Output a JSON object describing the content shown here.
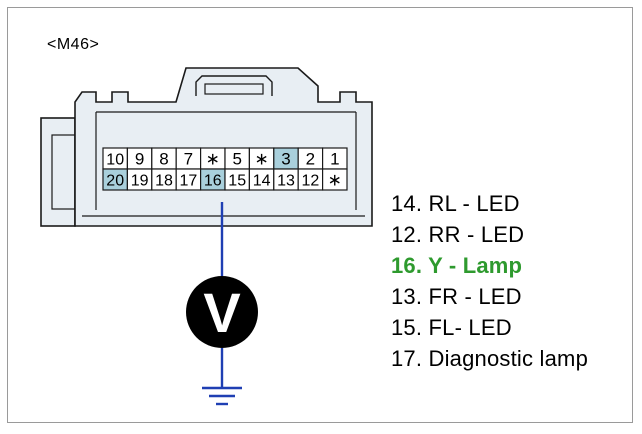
{
  "connector": {
    "name": "<M46>",
    "body_color": "#e8eef3",
    "outline_color": "#1a1a1a",
    "highlight_color": "#a9d0dc",
    "top_row": [
      {
        "label": "10",
        "highlight": false
      },
      {
        "label": "9",
        "highlight": false
      },
      {
        "label": "8",
        "highlight": false
      },
      {
        "label": "7",
        "highlight": false
      },
      {
        "label": "∗",
        "highlight": false
      },
      {
        "label": "5",
        "highlight": false
      },
      {
        "label": "∗",
        "highlight": false
      },
      {
        "label": "3",
        "highlight": true
      },
      {
        "label": "2",
        "highlight": false
      },
      {
        "label": "1",
        "highlight": false
      }
    ],
    "bottom_row": [
      {
        "label": "20",
        "highlight": true
      },
      {
        "label": "19",
        "highlight": false
      },
      {
        "label": "18",
        "highlight": false
      },
      {
        "label": "17",
        "highlight": false
      },
      {
        "label": "16",
        "highlight": true
      },
      {
        "label": "15",
        "highlight": false
      },
      {
        "label": "14",
        "highlight": false
      },
      {
        "label": "13",
        "highlight": false
      },
      {
        "label": "12",
        "highlight": false
      },
      {
        "label": "∗",
        "highlight": false
      }
    ]
  },
  "probe": {
    "pin": "16",
    "meter_symbol": "V",
    "wire_color": "#1f3fb3",
    "ground_color": "#1f3fb3"
  },
  "legend": [
    {
      "text": "14. RL - LED",
      "highlight": false
    },
    {
      "text": "12. RR - LED",
      "highlight": false
    },
    {
      "text": "16. Y - Lamp",
      "highlight": true
    },
    {
      "text": "13. FR - LED",
      "highlight": false
    },
    {
      "text": "15. FL- LED",
      "highlight": false
    },
    {
      "text": "17. Diagnostic lamp",
      "highlight": false
    }
  ],
  "colors": {
    "text": "#000000",
    "highlight_text": "#2e9a2e"
  }
}
